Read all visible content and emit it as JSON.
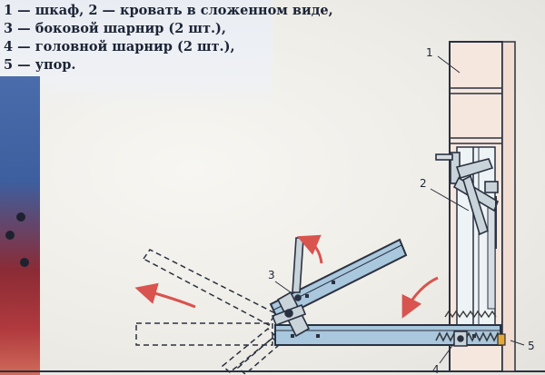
{
  "legend": [
    {
      "num": "1",
      "text": " — шкаф, 2 — кровать в сложенном виде,"
    },
    {
      "num": "3",
      "text": " — боковой шарнир (2 шт.),"
    },
    {
      "num": "4",
      "text": " — головной шарнир (2 шт.),"
    },
    {
      "num": "5",
      "text": " — упор."
    }
  ],
  "callouts": {
    "c1": "1",
    "c2": "2",
    "c3": "3",
    "c4": "4",
    "c5": "5"
  },
  "colors": {
    "steel_blue": "#a9c7dd",
    "outline": "#2a3140",
    "cabinet_fill": "#f6e7de",
    "arrow_red": "#d9534f",
    "spring": "#3a3a3a"
  }
}
